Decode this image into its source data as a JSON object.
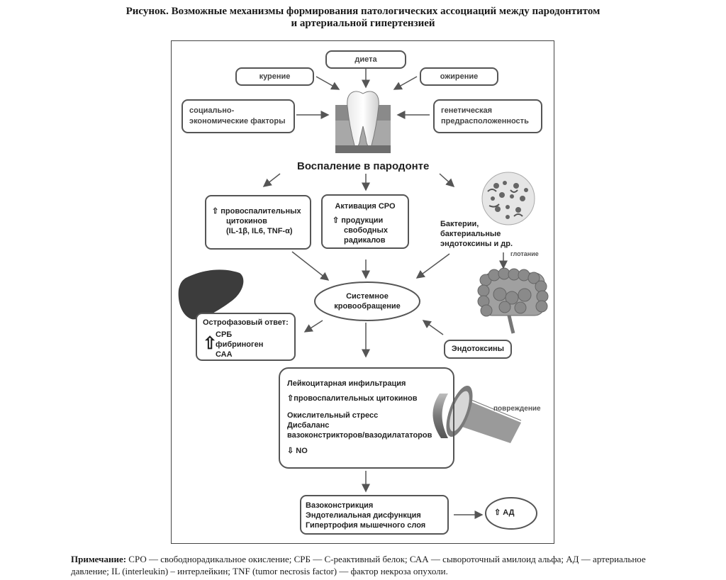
{
  "title": {
    "line1": "Рисунок. Возможные механизмы формирования патологических ассоциаций между пародонтитом",
    "line2": "и артериальной гипертензией"
  },
  "risk_factors": {
    "diet": "диета",
    "smoking": "курение",
    "obesity": "ожирение",
    "socioeconomic_l1": "социально-",
    "socioeconomic_l2": "экономические факторы",
    "genetic_l1": "генетическая",
    "genetic_l2": "предрасположенность"
  },
  "inflammation": "Воспаление в пародонте",
  "cytokines": {
    "l1": "провоспалительных",
    "l2": "цитокинов",
    "l3": "(IL-1β, IL6, TNF-α)"
  },
  "cro": {
    "header": "Активация СРО",
    "l1": "продукции",
    "l2": "свободных",
    "l3": "радикалов"
  },
  "bacteria": {
    "l1": "Бактерии,",
    "l2": "бактериальные",
    "l3": "эндотоксины и др.",
    "swallow": "глотание"
  },
  "systemic": {
    "l1": "Системное",
    "l2": "кровообращение"
  },
  "acute_phase": {
    "header": "Острофазовый ответ:",
    "items": [
      "СРБ",
      "фибриноген",
      "САА"
    ]
  },
  "endotoxins": "Эндотоксины",
  "vascular": {
    "l1": "Лейкоцитарная инфильтрация",
    "l2": "провоспалительных цитокинов",
    "l3": "Окислительный стресс",
    "l4": "Дисбаланс",
    "l5": "вазоконстрикторов/вазодилататоров",
    "l6": "NO",
    "damage": "повреждение"
  },
  "outcome": {
    "l1": "Вазоконстрикция",
    "l2": "Эндотелиальная дисфункция",
    "l3": "Гипертрофия мышечного слоя",
    "bp": "АД"
  },
  "note": {
    "label": "Примечание:",
    "text": " СРО — свободнорадикальное окисление; СРБ — С-реактивный белок; САА — сывороточный амилоид альфа; АД — артериальное давление; IL (interleukin) – интерлейкин; TNF (tumor necrosis factor) — фактор некроза опухоли."
  }
}
